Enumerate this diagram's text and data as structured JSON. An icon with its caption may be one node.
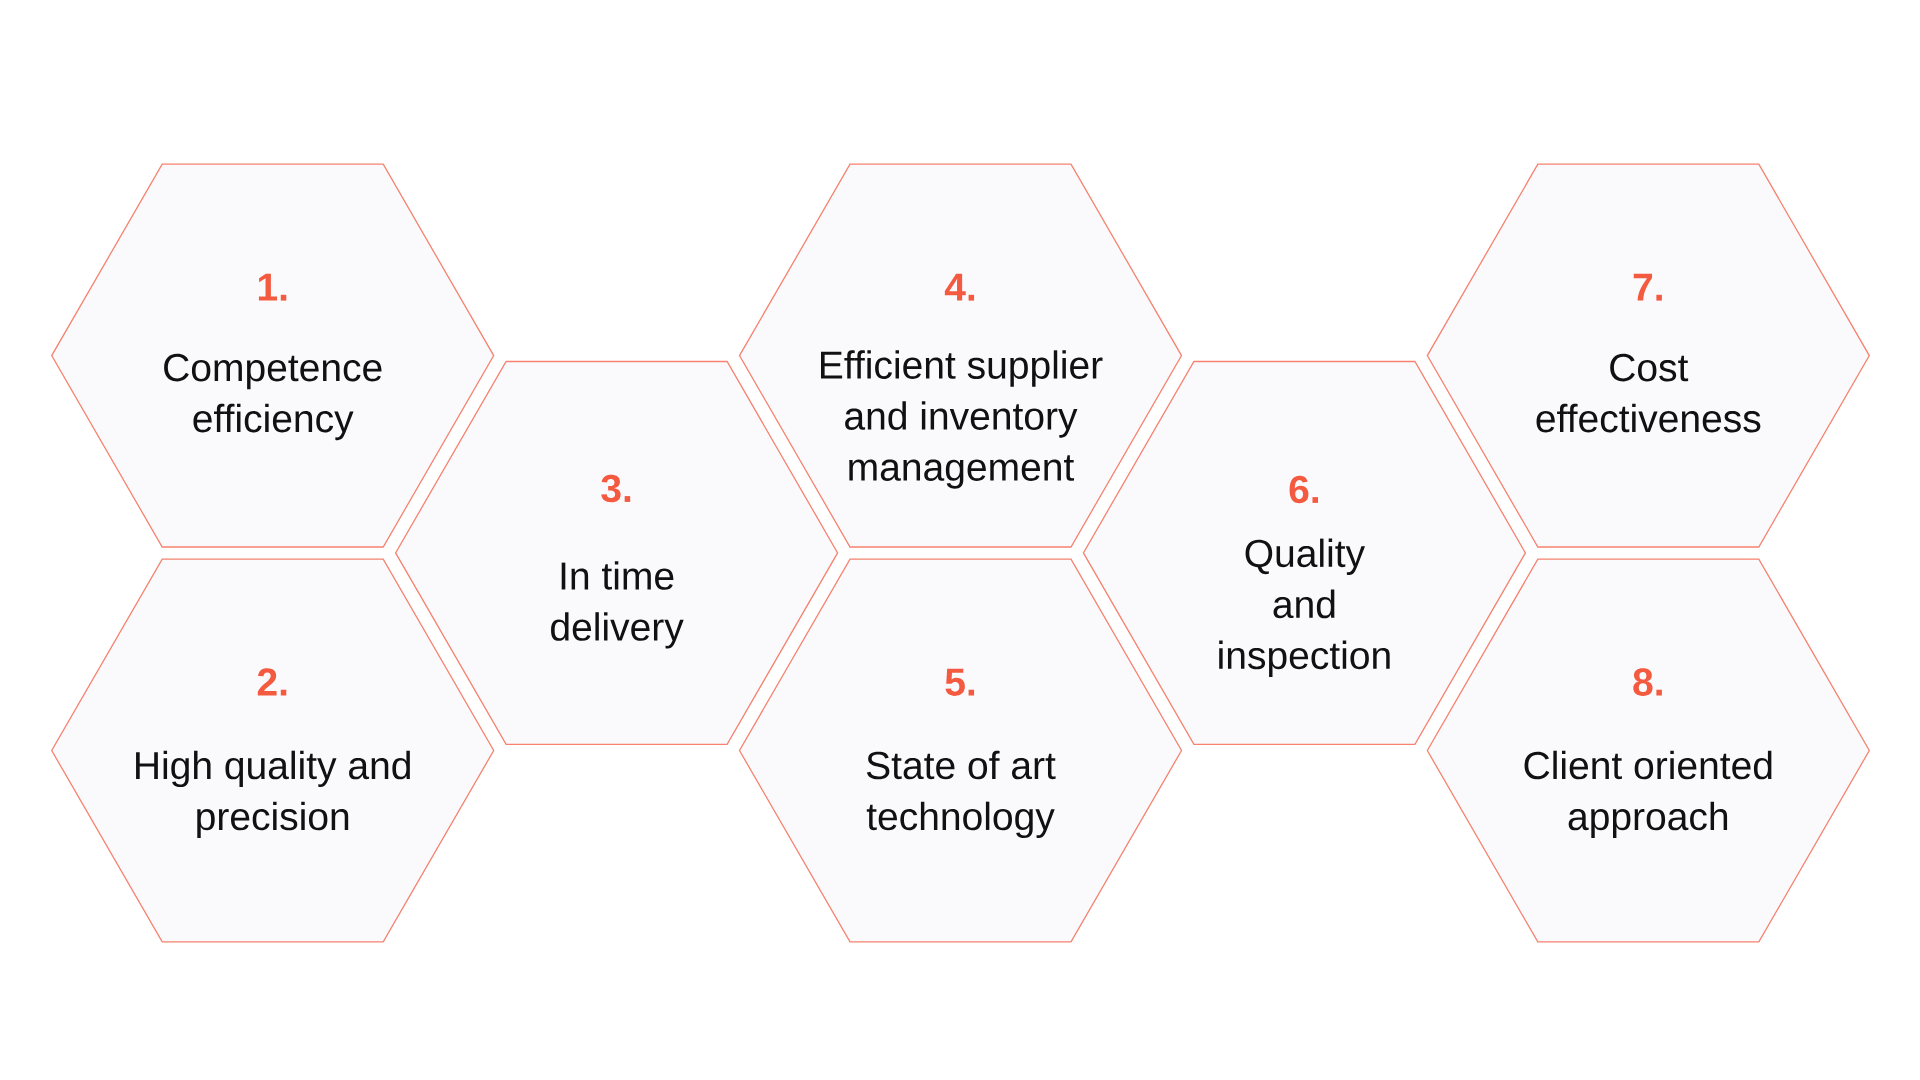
{
  "diagram": {
    "nodes": [
      {
        "text": [
          "1.",
          "Competence efficiency"
        ]
      },
      {
        "text": [
          "2.",
          "High quality and precision"
        ]
      },
      {
        "text": [
          "3.",
          "In time delivery"
        ]
      },
      {
        "text": [
          "4.",
          "Efficient supplier and inventory management"
        ]
      },
      {
        "text": [
          "5.",
          "State of art technology"
        ]
      },
      {
        "text": [
          "6.",
          "Quality and inspection"
        ]
      },
      {
        "text": [
          "7.",
          "Cost effectiveness"
        ]
      },
      {
        "text": [
          "8.",
          "Client oriented approach"
        ]
      }
    ]
  }
}
